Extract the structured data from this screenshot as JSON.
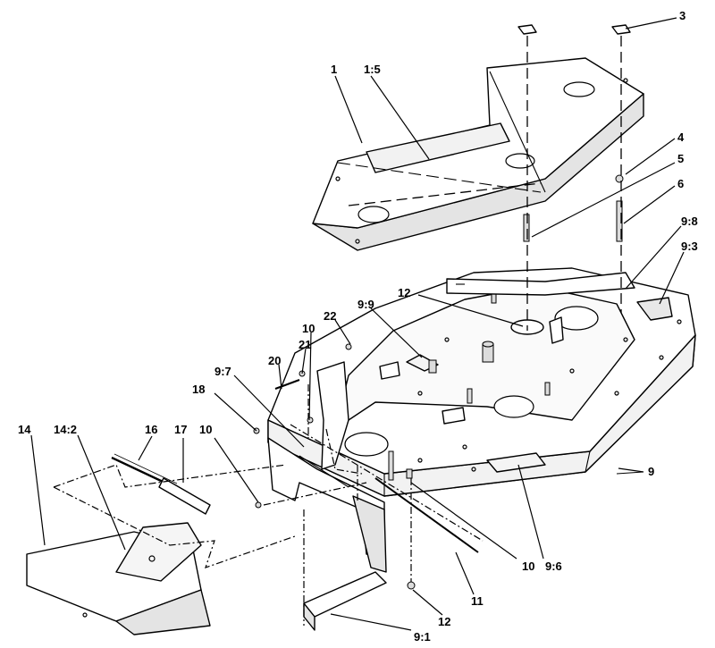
{
  "callouts": [
    {
      "id": "c1",
      "label": "1"
    },
    {
      "id": "c1_5",
      "label": "1:5"
    },
    {
      "id": "c3",
      "label": "3"
    },
    {
      "id": "c4",
      "label": "4"
    },
    {
      "id": "c5",
      "label": "5"
    },
    {
      "id": "c6",
      "label": "6"
    },
    {
      "id": "c9_8",
      "label": "9:8"
    },
    {
      "id": "c9_3",
      "label": "9:3"
    },
    {
      "id": "c12a",
      "label": "12"
    },
    {
      "id": "c9_9",
      "label": "9:9"
    },
    {
      "id": "c22",
      "label": "22"
    },
    {
      "id": "c10a",
      "label": "10"
    },
    {
      "id": "c21",
      "label": "21"
    },
    {
      "id": "c20",
      "label": "20"
    },
    {
      "id": "c9_7",
      "label": "9:7"
    },
    {
      "id": "c18",
      "label": "18"
    },
    {
      "id": "c14",
      "label": "14"
    },
    {
      "id": "c14_2",
      "label": "14:2"
    },
    {
      "id": "c16",
      "label": "16"
    },
    {
      "id": "c17",
      "label": "17"
    },
    {
      "id": "c10b",
      "label": "10"
    },
    {
      "id": "c9",
      "label": "9"
    },
    {
      "id": "c10c",
      "label": "10"
    },
    {
      "id": "c9_6",
      "label": "9:6"
    },
    {
      "id": "c11",
      "label": "11"
    },
    {
      "id": "c12b",
      "label": "12"
    },
    {
      "id": "c9_1",
      "label": "9:1"
    }
  ]
}
